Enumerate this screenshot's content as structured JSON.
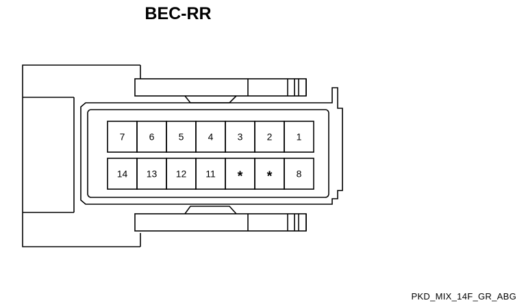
{
  "title": "BEC-RR",
  "footer": "PKD_MIX_14F_GR_ABG",
  "pin_rows": [
    [
      "7",
      "6",
      "5",
      "4",
      "3",
      "2",
      "1"
    ],
    [
      "14",
      "13",
      "12",
      "11",
      "*",
      "*",
      "8"
    ]
  ]
}
